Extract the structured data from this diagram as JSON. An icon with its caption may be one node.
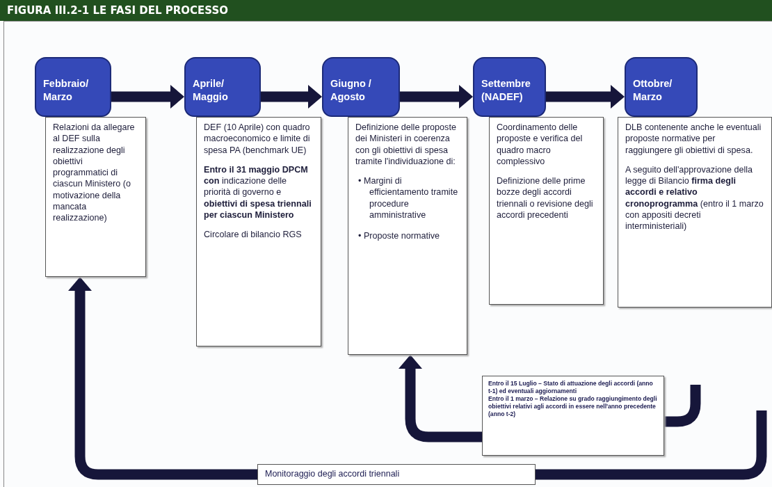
{
  "diagram": {
    "title": "FIGURA III.2-1 LE FASI DEL PROCESSO",
    "nodes": [
      {
        "text": [
          "Febbraio/ Marzo"
        ]
      },
      {
        "text": [
          "Relazioni da allegare al DEF sulla realizzazione degli obiettivi programmatici di ciascun Ministero (o motivazione della mancata realizzazione)"
        ]
      },
      {
        "text": [
          "Aprile/ Maggio"
        ]
      },
      {
        "text": [
          "DEF (10 Aprile) con quadro macroeconomico e limite di spesa PA (benchmark UE)",
          "**Entro il 31 maggio DPCM con** indicazione delle priorità di governo e **obiettivi di spesa triennali per ciascun Ministero**",
          "Circolare di bilancio RGS"
        ]
      },
      {
        "text": [
          "Giugno / Agosto"
        ]
      },
      {
        "text": [
          "Definizione delle proposte dei Ministeri in coerenza con gli obiettivi di spesa tramite l'individuazione di:",
          "• Margini di efficientamento tramite procedure amministrative",
          "• Proposte normative"
        ]
      },
      {
        "text": [
          "Settembre (NADEF)"
        ]
      },
      {
        "text": [
          "Coordinamento delle proposte e verifica del quadro macro complessivo",
          "Definizione delle prime bozze degli accordi triennali o revisione degli accordi precedenti"
        ]
      },
      {
        "text": [
          "Ottobre/ Marzo"
        ]
      },
      {
        "text": [
          "DLB contenente anche le eventuali proposte normative per raggiungere gli obiettivi di spesa.",
          "A seguito dell'approvazione della legge di Bilancio **firma degli accordi e relativo cronoprogramma** (entro il 1 marzo con appositi decreti interministeriali)"
        ]
      },
      {
        "text": [
          "Entro il 15 Luglio – Stato di attuazione degli accordi (anno t-1) ed eventuali aggiornamenti",
          "Entro il 1 marzo – Relazione su grado raggiungimento degli obiettivi relativi agli accordi in essere nell'anno precedente (anno t-2)"
        ]
      },
      {
        "text": [
          "Monitoraggio degli accordi triennali"
        ]
      }
    ],
    "edges": [
      {
        "from": 0,
        "to": 2,
        "arrow": "to"
      },
      {
        "from": 2,
        "to": 4,
        "arrow": "to"
      },
      {
        "from": 4,
        "to": 6,
        "arrow": "to"
      },
      {
        "from": 6,
        "to": 8,
        "arrow": "to"
      },
      {
        "from": null,
        "to": 10,
        "arrow": "none"
      },
      {
        "from": 10,
        "to": 5,
        "arrow": "to"
      },
      {
        "from": null,
        "to": 11,
        "arrow": "none"
      },
      {
        "from": 11,
        "to": 1,
        "arrow": "to"
      }
    ]
  }
}
